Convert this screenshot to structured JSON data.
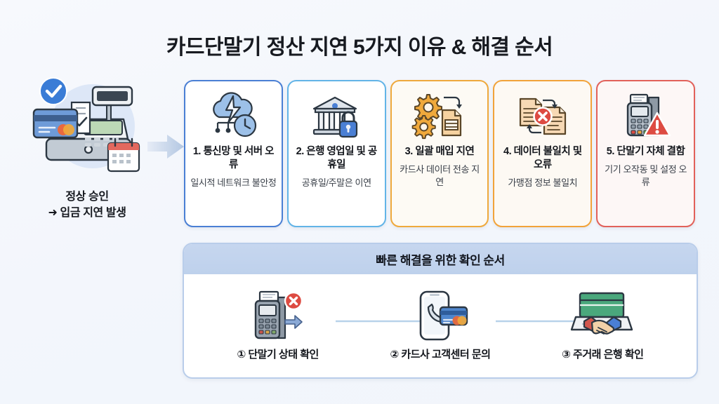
{
  "title": "카드단말기 정산 지연 5가지 이유 & 해결 순서",
  "left": {
    "icon": "pos-terminal-card-approved-illustration",
    "caption_line1": "정상 승인",
    "caption_line2": "➜ 입금 지연 발생"
  },
  "flow_arrow_icon": "right-arrow-icon",
  "cards": [
    {
      "icon": "cloud-lightning-clock-icon",
      "title": "1. 통신망 및 서버 오류",
      "sub": "일시적 네트워크 불안정",
      "accent": "#4a7fd4"
    },
    {
      "icon": "bank-lock-icon",
      "title": "2. 은행 영업일 및 공휴일",
      "sub": "공휴일/주말은 이연",
      "accent": "#62b4e7"
    },
    {
      "icon": "gears-document-icon",
      "title": "3. 일괄 매입 지연",
      "sub": "카드사 데이터 전송 지연",
      "accent": "#efa93c"
    },
    {
      "icon": "documents-mismatch-error-icon",
      "title": "4. 데이터 불일치 및 오류",
      "sub": "가맹점 정보 불일치",
      "accent": "#f2a33a"
    },
    {
      "icon": "pos-terminal-warning-icon",
      "title": "5. 단말기 자체 결함",
      "sub": "기기 오작동 및 설정 오류",
      "accent": "#e2615a"
    }
  ],
  "panel": {
    "header": "빠른 해결을 위한 확인 순서",
    "steps": [
      {
        "icon": "pos-terminal-error-icon",
        "label": "① 단말기 상태 확인"
      },
      {
        "icon": "phone-card-callcenter-icon",
        "label": "② 카드사 고객센터 문의"
      },
      {
        "icon": "bankbook-handshake-icon",
        "label": "③ 주거래 은행 확인"
      }
    ],
    "connector_icon": "arrow-connector-icon"
  }
}
